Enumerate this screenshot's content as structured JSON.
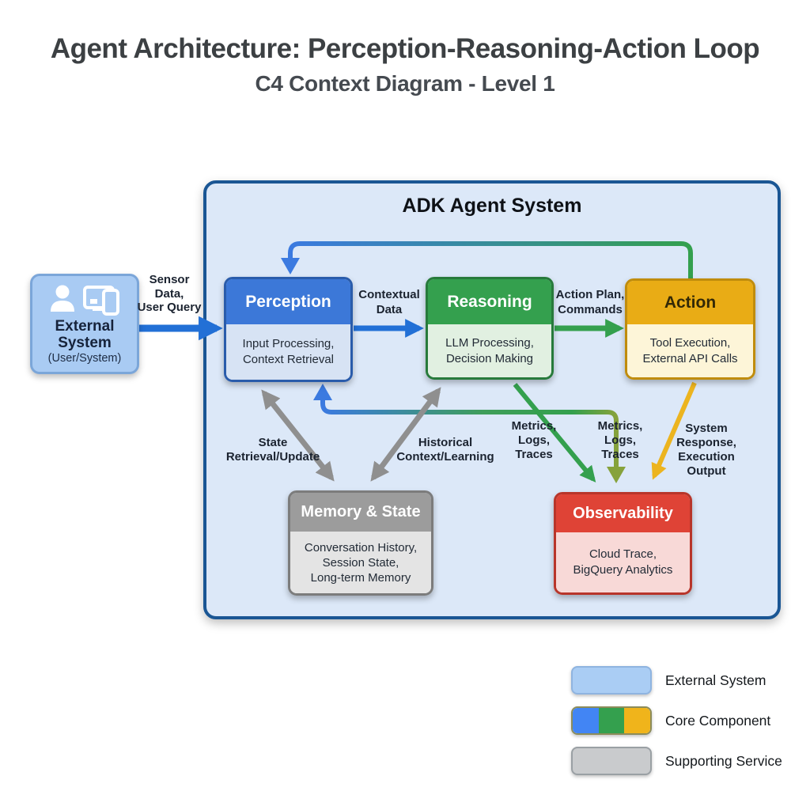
{
  "page_title": "Agent Architecture: Perception-Reasoning-Action Loop",
  "page_subtitle": "C4 Context Diagram - Level 1",
  "system_boundary": {
    "title": "ADK Agent System"
  },
  "external_system": {
    "title_lines": [
      "External",
      "System"
    ],
    "subtitle": "(User/System)",
    "icons": [
      "user-icon",
      "devices-icon"
    ]
  },
  "nodes": {
    "perception": {
      "title": "Perception",
      "body": [
        "Input Processing,",
        "Context Retrieval"
      ]
    },
    "reasoning": {
      "title": "Reasoning",
      "body": [
        "LLM Processing,",
        "Decision Making"
      ]
    },
    "action": {
      "title": "Action",
      "body": [
        "Tool Execution,",
        "External API Calls"
      ]
    },
    "memory": {
      "title": "Memory & State",
      "body": [
        "Conversation History,",
        "Session State,",
        "Long-term Memory"
      ]
    },
    "observability": {
      "title": "Observability",
      "body": [
        "Cloud Trace,",
        "BigQuery Analytics"
      ]
    }
  },
  "edge_labels": {
    "sensor": [
      "Sensor",
      "Data,",
      "User Query"
    ],
    "contextual": [
      "Contextual",
      "Data"
    ],
    "action_plan": [
      "Action Plan,",
      "Commands"
    ],
    "state": [
      "State",
      "Retrieval/Update"
    ],
    "historical": [
      "Historical",
      "Context/Learning"
    ],
    "metrics_reasoning": [
      "Metrics,",
      "Logs,",
      "Traces"
    ],
    "metrics_loop": [
      "Metrics,",
      "Logs,",
      "Traces"
    ],
    "system_response": [
      "System",
      "Response,",
      "Execution",
      "Output"
    ]
  },
  "legend": [
    {
      "label": "External System",
      "swatch": "light-blue"
    },
    {
      "label": "Core Component",
      "swatch": "blue-green-yellow"
    },
    {
      "label": "Supporting Service",
      "swatch": "gray"
    }
  ],
  "colors": {
    "core_blue": "#3C78D8",
    "core_green": "#34A04E",
    "core_yellow": "#E9AC15",
    "observability_red": "#DF4336",
    "supporting_gray": "#9C9C9C",
    "external_fill": "#A9CBF3",
    "boundary_fill": "#DCE8F8",
    "boundary_border": "#1A5694"
  }
}
